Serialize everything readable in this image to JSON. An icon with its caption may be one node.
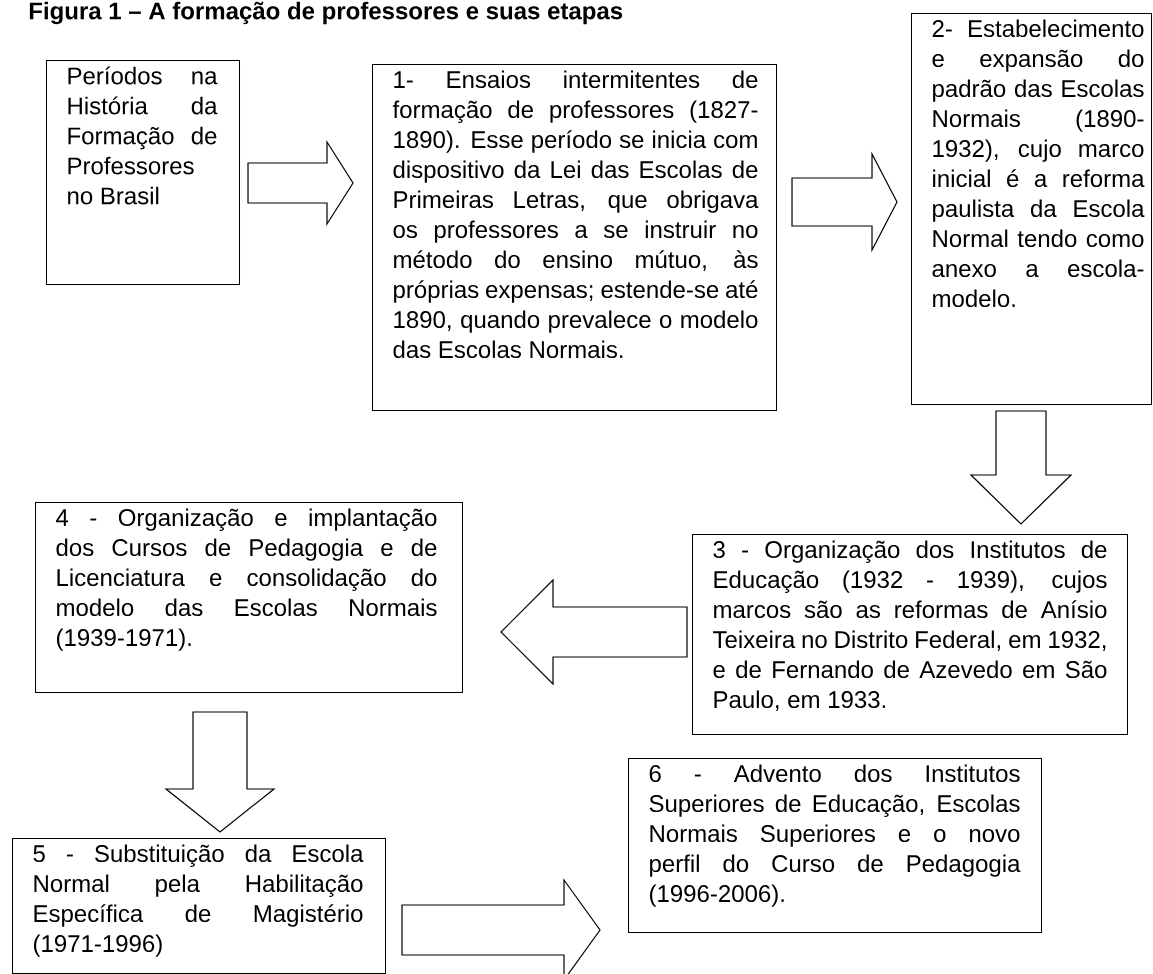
{
  "diagram": {
    "title": "Figura 1 – A formação de professores e suas etapas",
    "nodes": [
      {
        "text": [
          "Períodos na História da Formação de Professores no Brasil"
        ]
      },
      {
        "text": [
          "1- Ensaios intermitentes de formação de professores (1827-1890). Esse período se inicia com dispositivo da Lei das Escolas de Primeiras Letras, que obrigava os professores a se instruir no método do ensino mútuo, às próprias expensas; estende-se até 1890, quando prevalece o modelo das Escolas Normais."
        ]
      },
      {
        "text": [
          "2- Estabelecimento e expansão do padrão das Escolas Normais (1890-1932), cujo marco inicial é a reforma paulista da Escola Normal tendo como anexo a escola-modelo."
        ]
      },
      {
        "text": [
          "3 - Organização dos Institutos de Educação (1932 - 1939), cujos marcos são as reformas de Anísio Teixeira no Distrito Federal, em 1932, e de Fernando de Azevedo em São Paulo, em 1933."
        ]
      },
      {
        "text": [
          "4 - Organização e implantação dos Cursos de Pedagogia e de Licenciatura e consolidação do modelo das Escolas Normais (1939-1971)."
        ]
      },
      {
        "text": [
          "5 - Substituição da Escola Normal pela Habilitação Específica de Magistério (1971-1996)"
        ]
      },
      {
        "text": [
          "6 - Advento dos Institutos Superiores de Educação, Escolas Normais Superiores e o novo perfil do Curso de Pedagogia (1996-2006)."
        ]
      }
    ],
    "edges": [
      {
        "from": 0,
        "to": 1,
        "arrow": "to"
      },
      {
        "from": 1,
        "to": 2,
        "arrow": "to"
      },
      {
        "from": 2,
        "to": 3,
        "arrow": "to"
      },
      {
        "from": 3,
        "to": 4,
        "arrow": "to"
      },
      {
        "from": 4,
        "to": 5,
        "arrow": "to"
      },
      {
        "from": 5,
        "to": 6,
        "arrow": "to"
      }
    ]
  }
}
